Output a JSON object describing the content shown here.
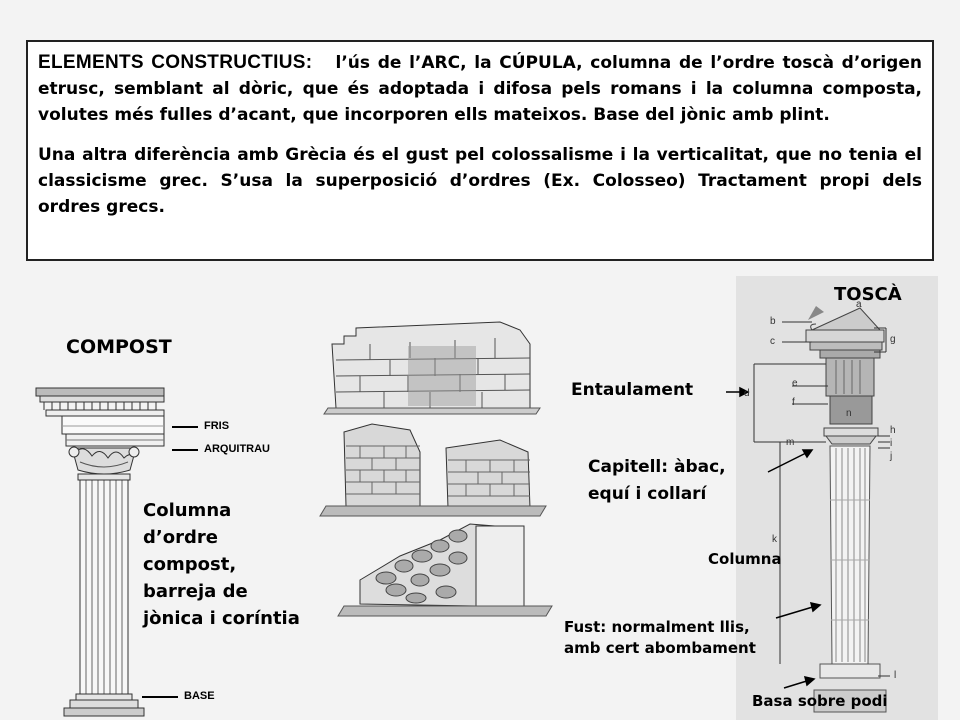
{
  "text_box": {
    "heading": "ELEMENTS CONSTRUCTIUS:",
    "paragraph1": "l’ús de l’ARC, la CÚPULA, columna de l’ordre toscà d’origen etrusc, semblant al dòric, que és adoptada i difosa pels romans i la columna composta, volutes més fulles d’acant, que incorporen ells mateixos. Base del jònic amb plint.",
    "paragraph2": "Una altra diferència amb Grècia és el gust pel colossalisme i la verticalitat, que no tenia el classicisme grec. S’usa la superposició d’ordres (Ex. Colosseo) Tractament propi dels ordres grecs."
  },
  "compost_figure": {
    "title": "COMPOST",
    "label_fris": "FRIS",
    "label_arquitrau": "ARQUITRAU",
    "label_base": "BASE",
    "caption_lines": [
      "Columna",
      "d’ordre",
      "compost,",
      "barreja de",
      "jònica i coríntia"
    ]
  },
  "tosca_figure": {
    "title": "TOSCÀ",
    "entaulament": "Entaulament",
    "capitell_lines": [
      "Capitell: àbac,",
      "equí i collarí"
    ],
    "columna": "Columna",
    "fust_lines": [
      "Fust: normalment llis,",
      "amb cert abombament"
    ],
    "basa": "Basa sobre podi",
    "letters": [
      "a",
      "b",
      "c",
      "d",
      "e",
      "f",
      "g",
      "h",
      "i",
      "j",
      "k",
      "l",
      "m",
      "n"
    ]
  }
}
